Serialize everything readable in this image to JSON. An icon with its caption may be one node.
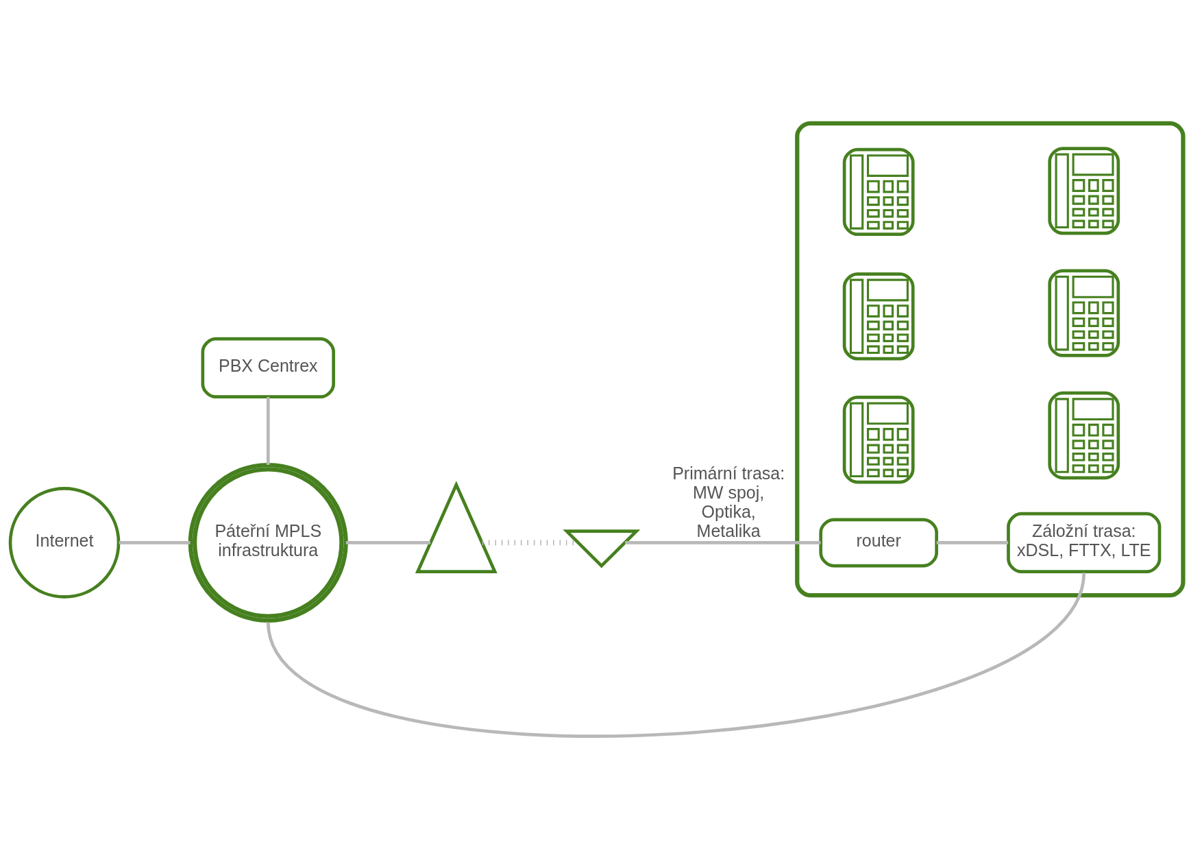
{
  "diagram": {
    "nodes": [
      {
        "text": [
          "PBX Centrex"
        ]
      },
      {
        "text": [
          "Internet"
        ]
      },
      {
        "text": [
          "Páteřní MPLS infrastruktura"
        ]
      },
      {
        "text": [],
        "shape": "picture"
      },
      {
        "text": [],
        "shape": "picture"
      },
      {
        "text": [],
        "shape": "house"
      },
      {
        "text": [],
        "shape": "picture",
        "in": 5
      },
      {
        "text": [],
        "shape": "picture",
        "in": 5
      },
      {
        "text": [],
        "shape": "picture",
        "in": 5
      },
      {
        "text": [],
        "shape": "picture",
        "in": 5
      },
      {
        "text": [],
        "shape": "picture",
        "in": 5
      },
      {
        "text": [],
        "shape": "picture",
        "in": 5
      },
      {
        "text": [
          "router"
        ],
        "in": 5
      },
      {
        "text": [
          "Záložní trasa: xDSL, FTTX, LTE"
        ],
        "in": 5
      }
    ],
    "edges": [
      {
        "from": 1,
        "to": 2,
        "arrow": "none"
      },
      {
        "from": 0,
        "to": 2,
        "arrow": "none"
      },
      {
        "from": 2,
        "to": 3,
        "arrow": "none"
      },
      {
        "from": 3,
        "to": 4,
        "arrow": "none",
        "style": "dashed"
      },
      {
        "from": 4,
        "to": 12,
        "arrow": "none",
        "label": "Primární trasa: MW spoj, Optika, Metalika"
      },
      {
        "from": 12,
        "to": 13,
        "arrow": "none"
      },
      {
        "from": 13,
        "to": 2,
        "arrow": "none"
      }
    ]
  }
}
